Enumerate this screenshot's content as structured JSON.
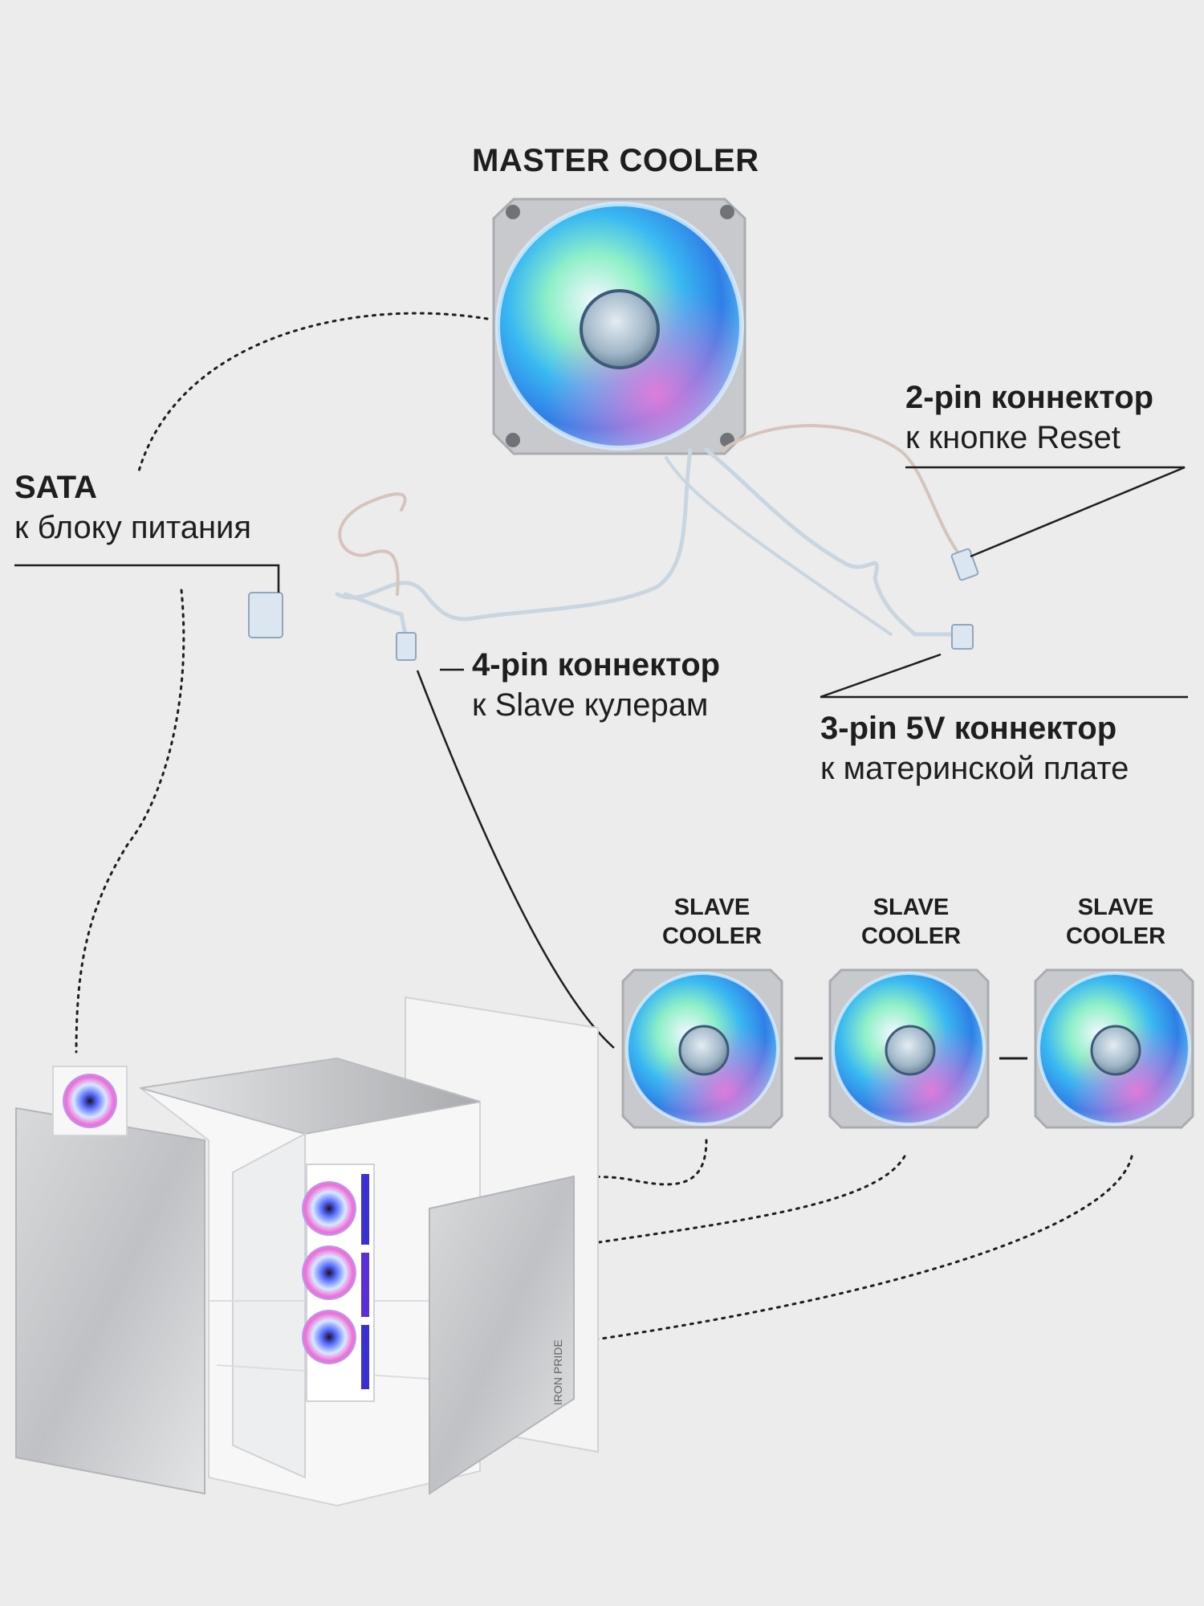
{
  "master": {
    "title": "MASTER COOLER"
  },
  "labels": {
    "reset": {
      "line1": "2-pin коннектор",
      "line2": "к кнопке Reset"
    },
    "sata": {
      "line1": "SATA",
      "line2": "к блоку питания"
    },
    "slave_connector": {
      "line1": "4-pin коннектор",
      "line2": "к Slave кулерам"
    },
    "motherboard": {
      "line1": "3-pin 5V коннектор",
      "line2": "к материнской плате"
    }
  },
  "slaves": [
    {
      "title_line1": "SLAVE",
      "title_line2": "COOLER"
    },
    {
      "title_line1": "SLAVE",
      "title_line2": "COOLER"
    },
    {
      "title_line1": "SLAVE",
      "title_line2": "COOLER"
    }
  ],
  "case": {
    "brand_text": "IRON PRIDE"
  },
  "colors": {
    "background": "#ececec",
    "fan_frame": "#c7c9cc",
    "fan_glow_blue": "#2f9cf0",
    "fan_glow_green": "#48e6a0",
    "fan_glow_pink": "#f07ad8",
    "text": "#1e1e1e"
  }
}
